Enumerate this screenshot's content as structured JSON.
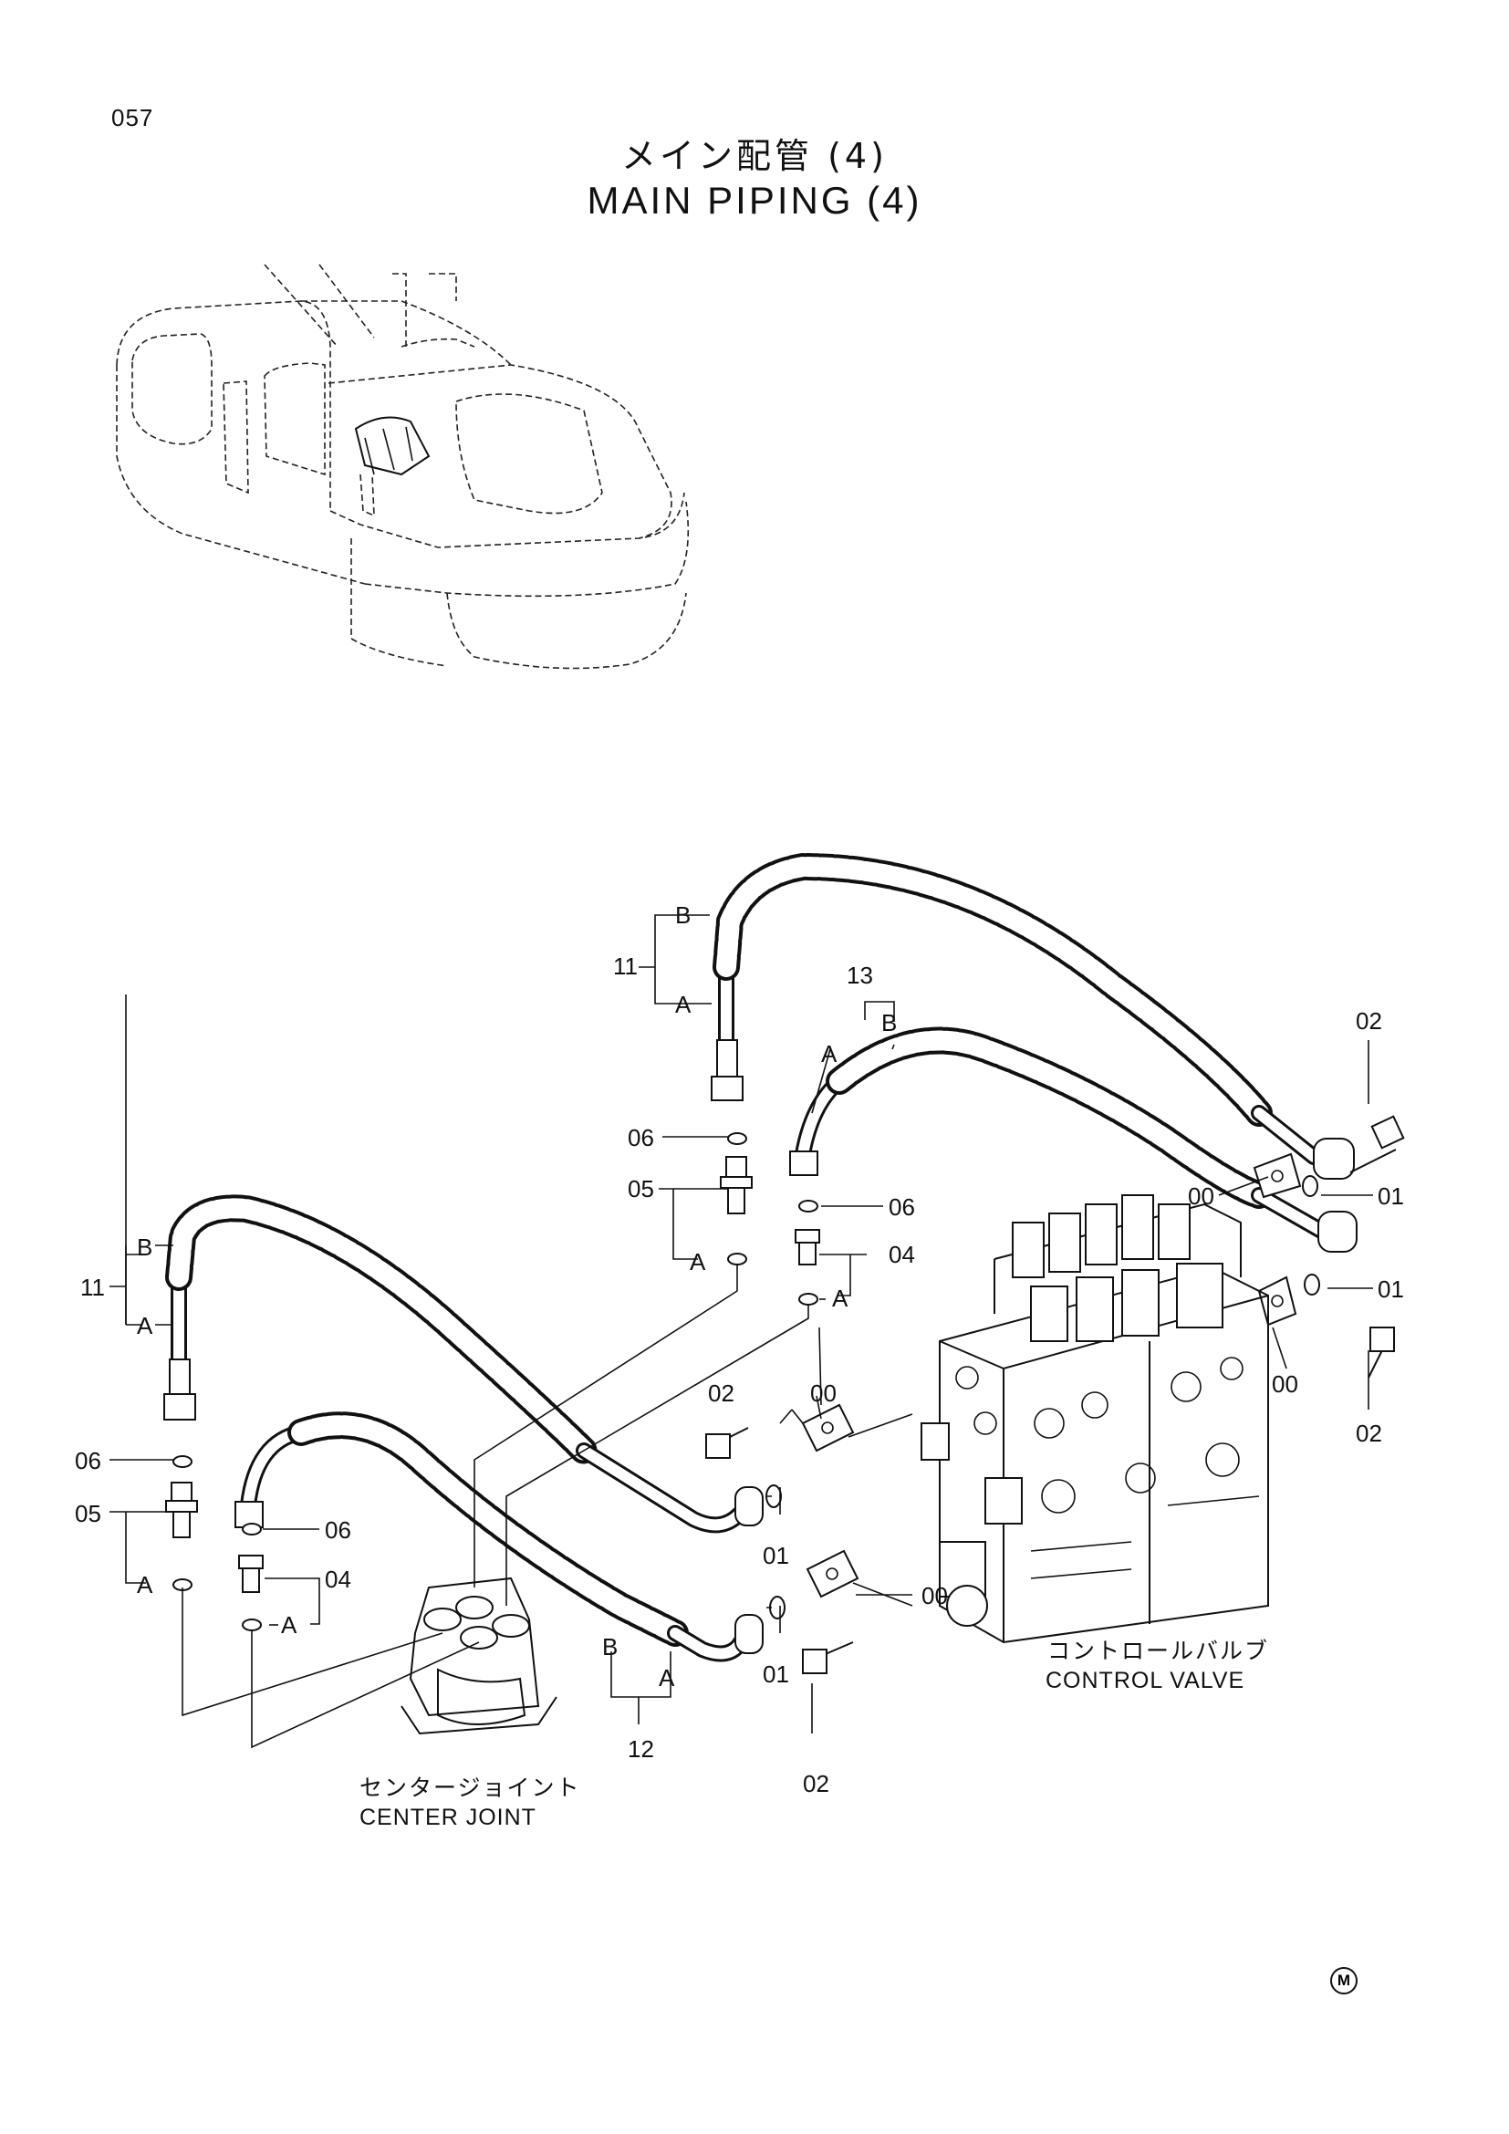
{
  "page_number": "057",
  "title_jp": "メイン配管 (4)",
  "title_en": "MAIN PIPING (4)",
  "components": {
    "control_valve_jp": "コントロールバルブ",
    "control_valve_en": "CONTROL VALVE",
    "center_joint_jp": "センタージョイント",
    "center_joint_en": "CENTER JOINT"
  },
  "callouts": {
    "c11_upper": "11",
    "c11_upper_b": "B",
    "c11_upper_a": "A",
    "c11_left": "11",
    "c11_left_b": "B",
    "c11_left_a": "A",
    "c13": "13",
    "c13_a": "A",
    "c13_b": "B",
    "c12": "12",
    "c12_b": "B",
    "c12_a": "A",
    "c06_upper": "06",
    "c05_upper": "05",
    "c05_upper_a": "A",
    "c06_mid": "06",
    "c04_mid": "04",
    "c04_mid_a": "A",
    "c06_left": "06",
    "c05_left": "05",
    "c05_left_a": "A",
    "c06_left2": "06",
    "c04_left": "04",
    "c04_left_a": "A",
    "c02_top": "02",
    "c01_top": "01",
    "c00_top": "00",
    "c01_top2": "01",
    "c02_right": "02",
    "c00_right": "00",
    "c02_mid": "02",
    "c00_mid": "00",
    "c01_mid": "01",
    "c00_low": "00",
    "c01_low": "01",
    "c02_low": "02"
  },
  "mark": "M"
}
